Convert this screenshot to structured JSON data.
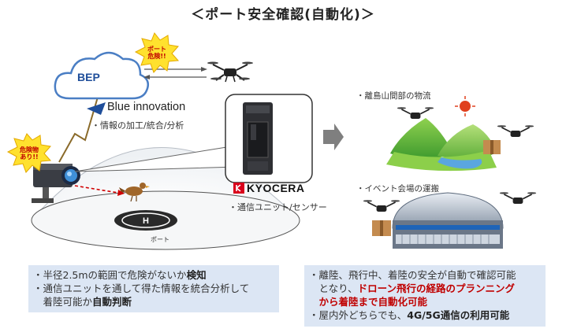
{
  "title": "＜ポート安全確認(自動化)＞",
  "bep_label": "BEP",
  "alert_port": "ポート\n危険!!",
  "alert_hazard": "危険物\nあり!!",
  "blue_innovation": {
    "name": "Blue innovation",
    "desc": "・情報の加工/統合/分析"
  },
  "kyocera": {
    "name": "KYOCERA",
    "desc": "・通信ユニット/センサー"
  },
  "port_label": "ポート",
  "use_cases": {
    "island": "・離島山間部の物流",
    "event": "・イベント会場の運搬"
  },
  "left_panel": {
    "line1_pre": "・半径2.5mの範囲で危険がないか",
    "line1_bold": "検知",
    "line2": "・通信ユニットを通して得た情報を統合分析して",
    "line3_pre": "　着陸可能か",
    "line3_bold": "自動判断"
  },
  "right_panel": {
    "line1": "・離陸、飛行中、着陸の安全が自動で確認可能",
    "line2_pre": "　となり、",
    "line2_red": "ドローン飛行の経路のプランニング",
    "line3_red": "　から着陸まで自動化可能",
    "line4_pre": "・屋内外どちらでも、",
    "line4_bold": "4G/5G通信の利用可能"
  },
  "colors": {
    "panel_bg": "#dce6f4",
    "accent_red": "#c00000",
    "brand_blue": "#1f4e9a",
    "kyocera_red": "#d9001b"
  }
}
